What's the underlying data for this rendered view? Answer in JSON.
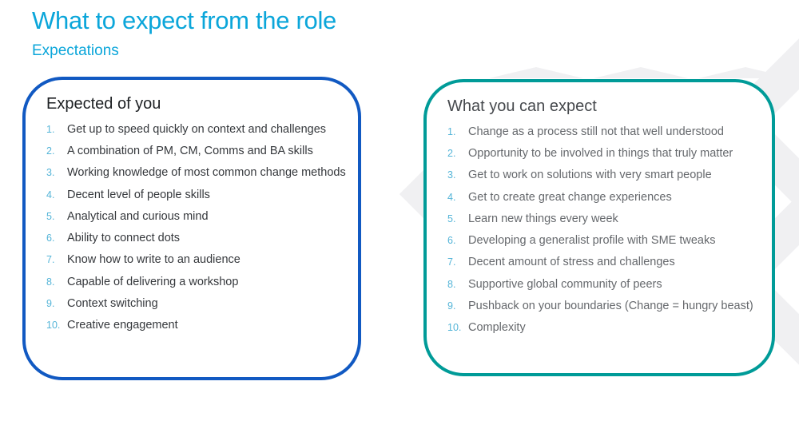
{
  "slide": {
    "title": "What to expect from the role",
    "subtitle": "Expectations"
  },
  "colors": {
    "accent_cyan": "#0BA6DA",
    "left_border": "#1159C2",
    "right_border": "#009B98",
    "number": "#55B5D8",
    "left_heading": "#1E2124",
    "left_text": "#35383C",
    "right_heading": "#46494D",
    "right_text": "#65686C",
    "decor": "#F0F0F2"
  },
  "left_panel": {
    "title": "Expected of you",
    "items": [
      {
        "num": "1.",
        "text": "Get up to speed quickly on context and challenges"
      },
      {
        "num": "2.",
        "text": "A combination of PM, CM, Comms and BA skills"
      },
      {
        "num": "3.",
        "text": "Working knowledge of most common change methods"
      },
      {
        "num": "4.",
        "text": "Decent level of people skills"
      },
      {
        "num": "5.",
        "text": "Analytical and curious mind"
      },
      {
        "num": "6.",
        "text": "Ability to connect dots"
      },
      {
        "num": "7.",
        "text": "Know how to write to an audience"
      },
      {
        "num": "8.",
        "text": "Capable of delivering a workshop"
      },
      {
        "num": "9.",
        "text": "Context switching"
      },
      {
        "num": "10.",
        "text": "Creative engagement"
      }
    ]
  },
  "right_panel": {
    "title": "What you can expect",
    "items": [
      {
        "num": "1.",
        "text": "Change as a process still not that well understood"
      },
      {
        "num": "2.",
        "text": "Opportunity to be involved in things that truly matter"
      },
      {
        "num": "3.",
        "text": "Get to work on solutions with very smart people"
      },
      {
        "num": "4.",
        "text": "Get to create great change experiences"
      },
      {
        "num": "5.",
        "text": "Learn new things every week"
      },
      {
        "num": "6.",
        "text": "Developing a generalist profile with SME tweaks"
      },
      {
        "num": "7.",
        "text": "Decent amount of stress and challenges"
      },
      {
        "num": "8.",
        "text": "Supportive global community of peers"
      },
      {
        "num": "9.",
        "text": "Pushback on your boundaries (Change = hungry beast)"
      },
      {
        "num": "10.",
        "text": "Complexity"
      }
    ]
  }
}
